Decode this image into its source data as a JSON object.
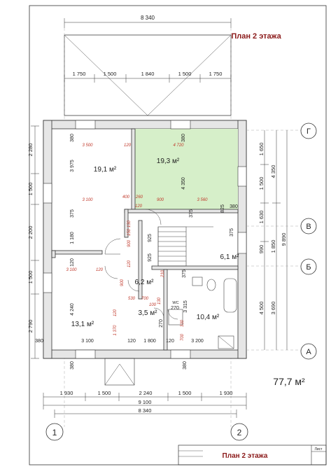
{
  "header": {
    "title": "План 2 этажа"
  },
  "dims_top": {
    "overall": "8 340",
    "segments": [
      "1 750",
      "1 500",
      "1 840",
      "1 500",
      "1 750"
    ]
  },
  "dims_bottom": {
    "segments": [
      "1 930",
      "1 500",
      "2 240",
      "1 500",
      "1 930"
    ],
    "total_outer": "9 100",
    "total_axes": "8 340"
  },
  "dims_left": [
    "2 280",
    "1 500",
    "2 200",
    "1 500",
    "2 790"
  ],
  "dims_right": {
    "segments": [
      "1 650",
      "1 500",
      "1 630",
      "990",
      "4 500"
    ],
    "mid": [
      "4 350",
      "1 850",
      "3 690"
    ],
    "overall": "9 890"
  },
  "axes": {
    "rows": [
      "Г",
      "В",
      "Б",
      "А"
    ],
    "cols": [
      "1",
      "2"
    ]
  },
  "rooms": {
    "bedroom1": "19,1 м²",
    "bedroom2": "19,3 м²",
    "stairs": "6,1 м²",
    "hall": "6,2 м²",
    "bedroom3": "13,1 м²",
    "wc": "3,5 м²",
    "bathroom": "10,4 м²",
    "wc_label": "WC"
  },
  "interior_dims_black": {
    "d380a": "380",
    "d380b": "380",
    "d3975": "3 975",
    "d4350": "4 350",
    "d375a": "375",
    "d375b": "375",
    "d825": "825",
    "d380c": "380",
    "d1180": "1 180",
    "d120a": "120",
    "d925a": "925",
    "d925b": "925",
    "d375c": "375",
    "d375d": "375",
    "d4240": "4 240",
    "d3315": "3 315",
    "d270a": "270",
    "d270b": "270",
    "d3100": "3 100",
    "d120b": "120",
    "d1800": "1 800",
    "d120c": "120",
    "d3200": "3 200",
    "d380d": "380",
    "d380e": "380",
    "d380f": "380"
  },
  "interior_dims_red": {
    "r3500": "3 500",
    "r120a": "120",
    "r4720": "4 720",
    "r3100a": "3 100",
    "r400": "400",
    "r260": "260",
    "r3560": "3 560",
    "r120b": "120",
    "r900": "900",
    "r150": "150",
    "r900b": "900",
    "r130": "130",
    "r3100b": "3 100",
    "r120c": "120",
    "r120d": "120",
    "r900c": "900",
    "r530": "530",
    "r700": "700",
    "r100": "100",
    "r120e": "120",
    "r1370": "1 370",
    "r210": "210",
    "r130b": "130",
    "r330": "330",
    "r700b": "700"
  },
  "area_total": "77,7 м²",
  "title_block": {
    "title": "План 2 этажа",
    "sheet_label": "Лист"
  },
  "colors": {
    "highlight_room": "#d6efc9",
    "accent": "#8b1a1a",
    "red_dims": "#c0392b",
    "wall": "#e6e6e6"
  }
}
